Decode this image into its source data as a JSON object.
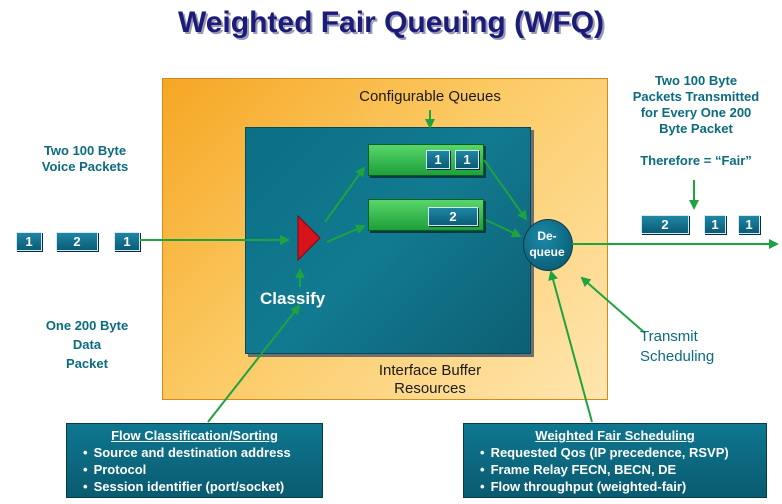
{
  "title": "Weighted Fair Queuing (WFQ)",
  "labels": {
    "configurable_queues": "Configurable Queues",
    "voice_packets": "Two 100 Byte\nVoice Packets",
    "data_packet": "One 200 Byte\nData\nPacket",
    "transmitted": "Two 100 Byte\nPackets Transmitted\nfor Every One 200\nByte Packet",
    "fair": "Therefore = “Fair”",
    "classify": "Classify",
    "dequeue": "De-\nqueue",
    "interface_buffer": "Interface Buffer\nResources",
    "transmit_scheduling": "Transmit\nScheduling"
  },
  "incoming_packets": [
    "1",
    "2",
    "1"
  ],
  "queue1_packets": [
    "1",
    "1"
  ],
  "queue2_packets": [
    "2"
  ],
  "outgoing_packets": [
    "2",
    "1",
    "1"
  ],
  "flow_box": {
    "header": "Flow Classification/Sorting",
    "items": [
      "Source and destination address",
      "Protocol",
      "Session identifier (port/socket)"
    ]
  },
  "weighted_box": {
    "header": "Weighted Fair Scheduling",
    "items": [
      "Requested Qos (IP precedence, RSVP)",
      "Frame Relay FECN, BECN, DE",
      "Flow throughput (weighted-fair)"
    ]
  },
  "colors": {
    "title": "#1b1b7a",
    "panel_orange": "#f6a623",
    "panel_teal": "#0b6f86",
    "queue_green": "#1e9f3a",
    "arrow_green": "#1ea33e",
    "classifier_red": "#d8131c"
  }
}
